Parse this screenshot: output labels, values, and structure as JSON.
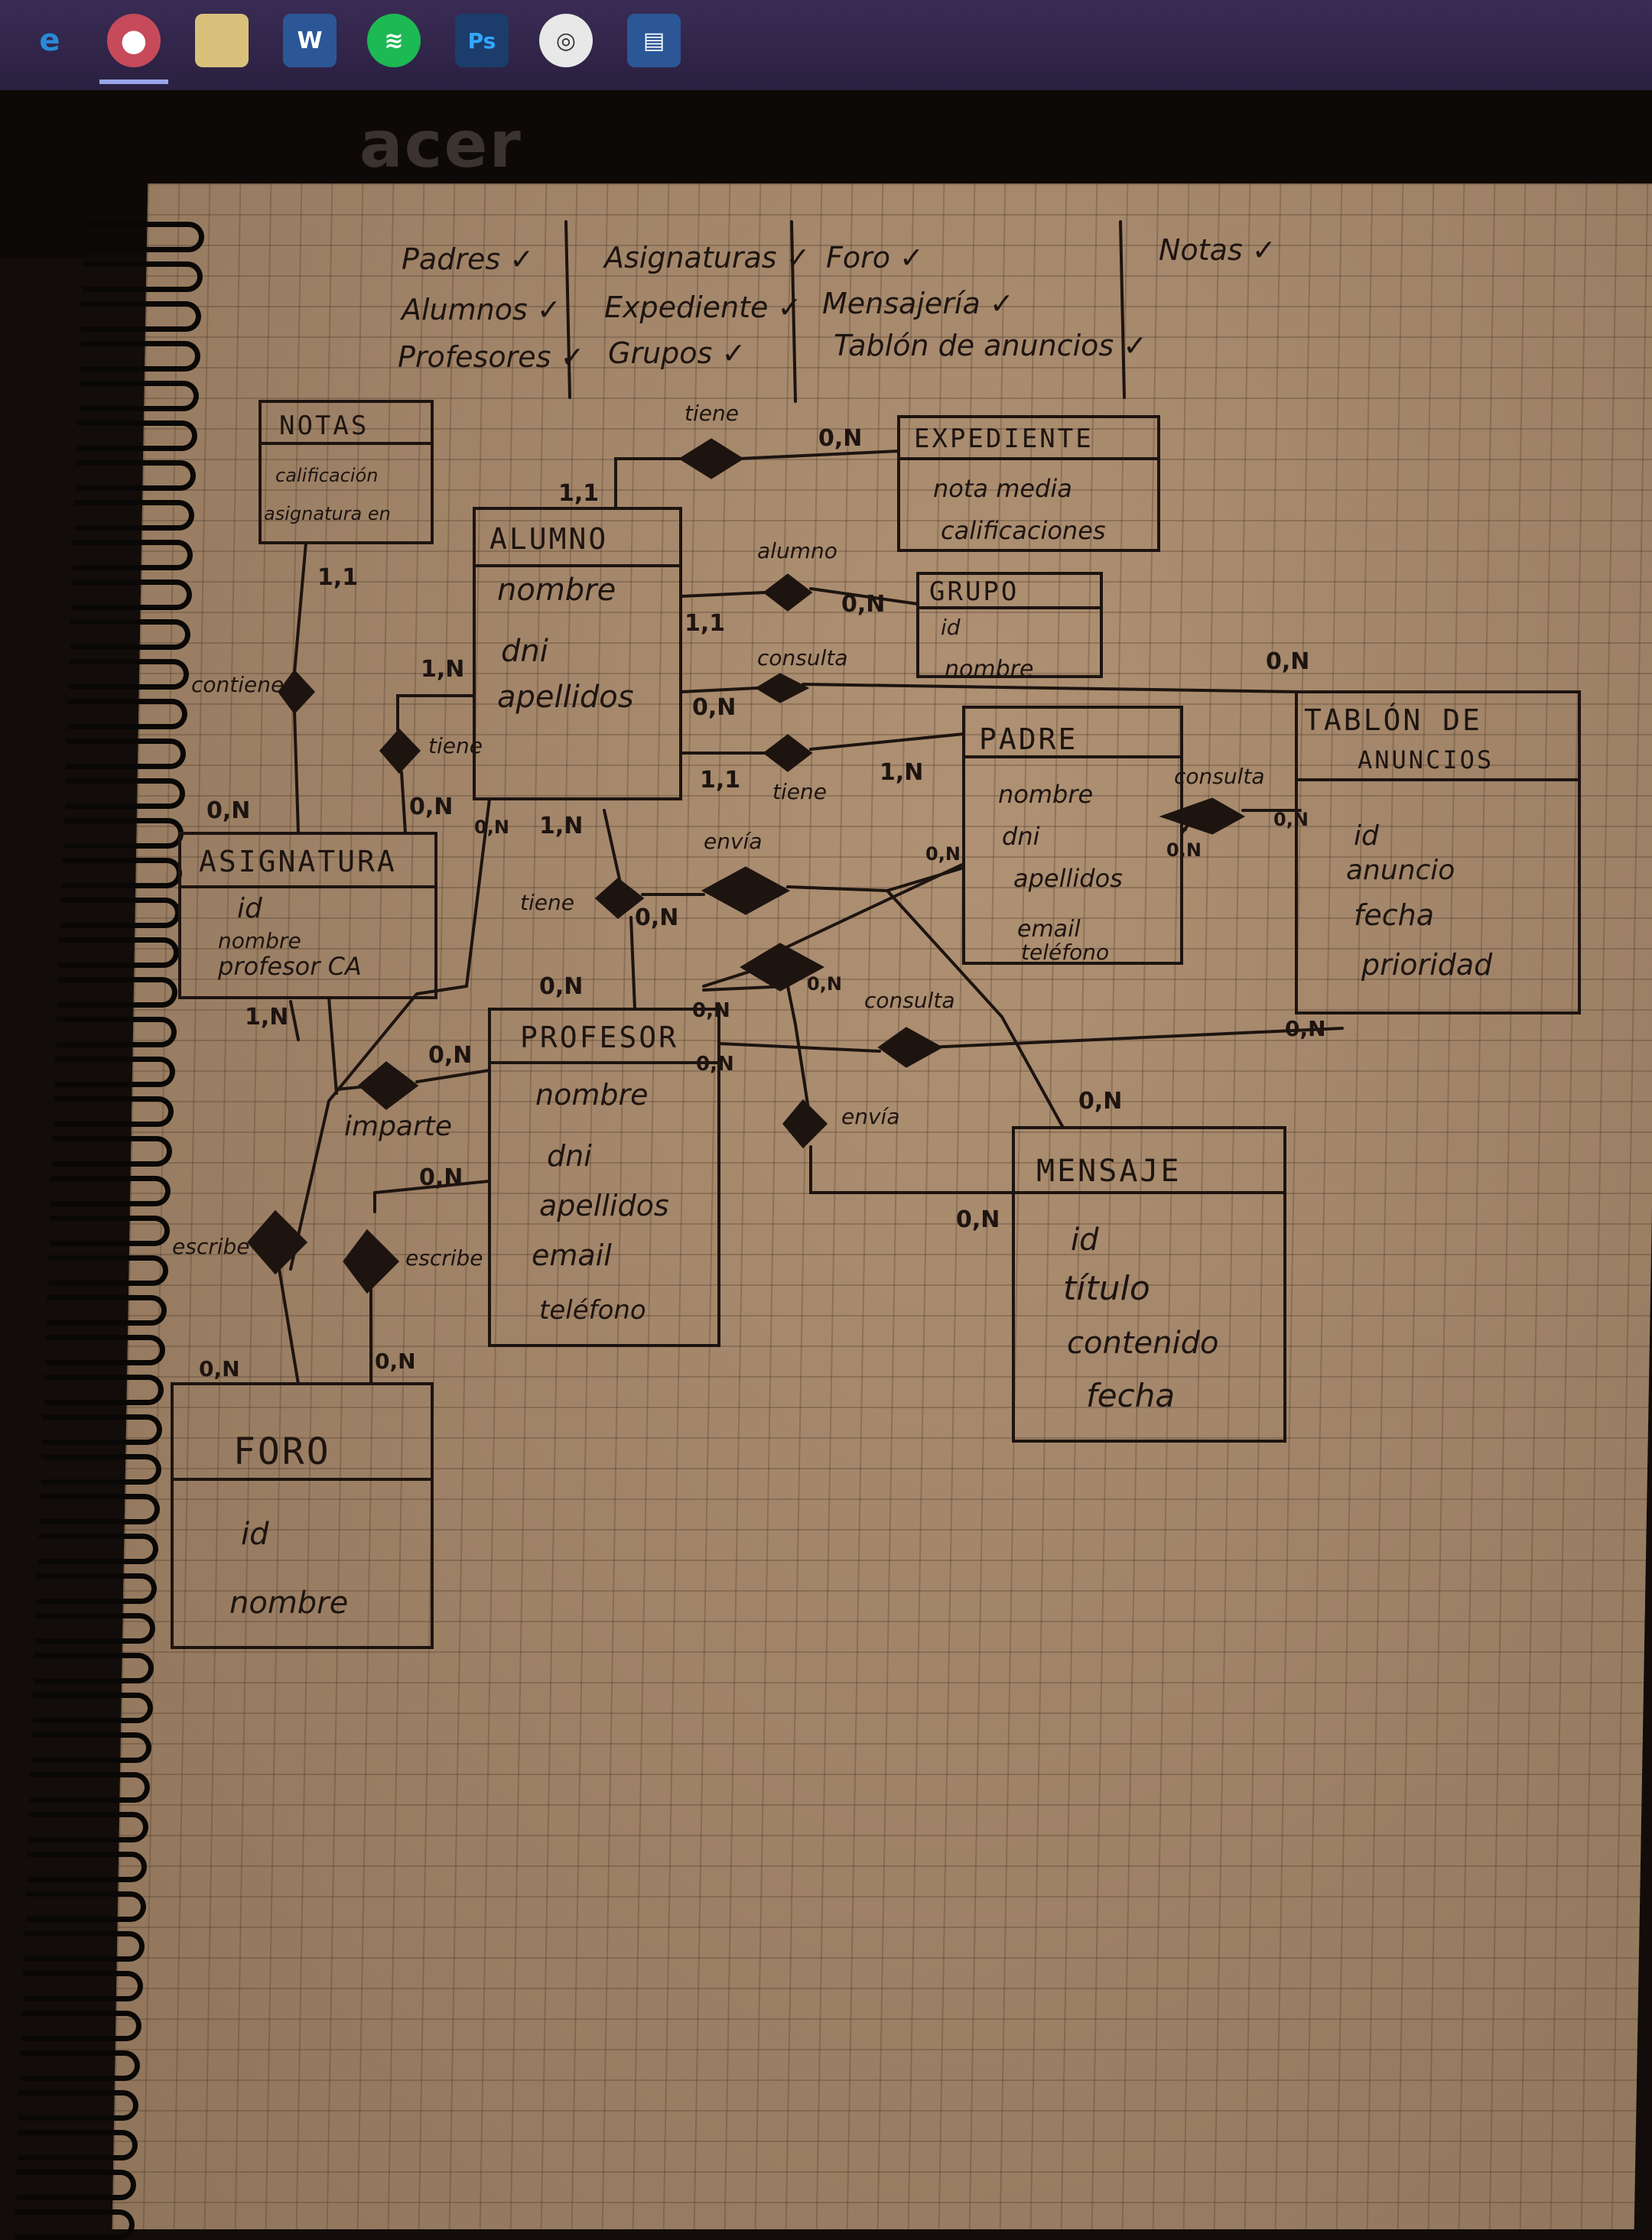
{
  "taskbar": {
    "icons": [
      "edge-icon",
      "firefox-icon",
      "file-explorer-icon",
      "word-icon",
      "spotify-icon",
      "photoshop-icon",
      "app-icon",
      "documents-icon"
    ],
    "accent": "#3a2c55"
  },
  "laptop": {
    "brand": "acer"
  },
  "checklist": {
    "col1": [
      "Padres ✓",
      "Alumnos ✓",
      "Profesores ✓"
    ],
    "col2": [
      "Asignaturas ✓",
      "Expediente ✓",
      "Grupos ✓"
    ],
    "col3": [
      "Foro ✓",
      "Mensajería ✓",
      "Tablón de anuncios ✓"
    ],
    "col4": [
      "Notas ✓"
    ]
  },
  "entities": {
    "notas": {
      "title": "NOTAS",
      "attrs": [
        "calificación",
        "asignatura en"
      ]
    },
    "expediente": {
      "title": "EXPEDIENTE",
      "attrs": [
        "nota media",
        "calificaciones"
      ]
    },
    "alumno": {
      "title": "ALUMNO",
      "attrs": [
        "nombre",
        "dni",
        "apellidos"
      ]
    },
    "grupo": {
      "title": "GRUPO",
      "attrs": [
        "id",
        "nombre"
      ]
    },
    "padre": {
      "title": "PADRE",
      "attrs": [
        "nombre",
        "dni",
        "apellidos",
        "email",
        "teléfono"
      ]
    },
    "tablon": {
      "title": "TABLÓN DE",
      "title2": "ANUNCIOS",
      "attrs": [
        "id",
        "anuncio",
        "fecha",
        "prioridad"
      ]
    },
    "asignatura": {
      "title": "ASIGNATURA",
      "attrs": [
        "id",
        "nombre",
        "profesor CA"
      ]
    },
    "profesor": {
      "title": "PROFESOR",
      "attrs": [
        "nombre",
        "dni",
        "apellidos",
        "email",
        "teléfono"
      ]
    },
    "mensaje": {
      "title": "MENSAJE",
      "attrs": [
        "id",
        "título",
        "contenido",
        "fecha"
      ]
    },
    "foro": {
      "title": "FORO",
      "attrs": [
        "id",
        "nombre"
      ]
    }
  },
  "relations": {
    "tiene_exp": "tiene",
    "alumno_grupo": "alumno",
    "consulta_tablon": "consulta",
    "tiene_padre": "tiene",
    "contiene": "contiene",
    "tiene_asig": "tiene",
    "tiene_prof": "tiene",
    "envia_1": "envía",
    "consulta_padre": "consulta",
    "consulta_msg": "consulta",
    "envia_2": "envía",
    "imparte": "imparte",
    "escribe_1": "escribe",
    "escribe_2": "escribe"
  },
  "cardinalities": {
    "c1": "0,N",
    "c2": "1,1",
    "c3": "0,N",
    "c4": "1,1",
    "c5": "0,N",
    "c6": "0,N",
    "c7": "1,1",
    "c8": "1,N",
    "c9": "1,1",
    "c10": "1,N",
    "c11": "0,N",
    "c12": "0,N",
    "c13": "0,N",
    "c14": "0,N",
    "c15": "1,N",
    "c16": "0,N",
    "c17": "0,N",
    "c18": "1,N",
    "c19": "0,N",
    "c20": "0,N",
    "c21": "0,N",
    "c22": "0,N",
    "c23": "0,N",
    "c24": "0,N",
    "c25": "0,N",
    "c26": "0,N",
    "c27": "0,N",
    "c28": "0,N",
    "c29": "0,N",
    "c30": "0,N"
  },
  "colors": {
    "ink": "#1d1410",
    "paper": "#a8896b",
    "grid": "#5a4030"
  }
}
